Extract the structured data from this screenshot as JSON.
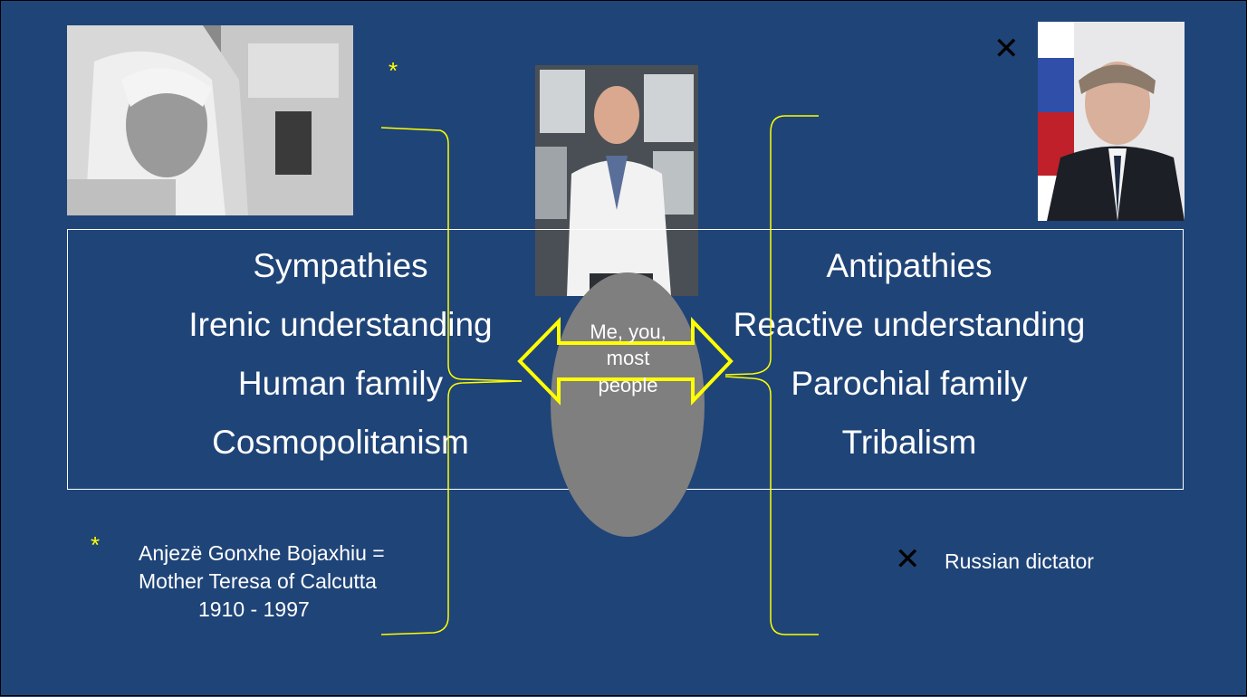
{
  "left": {
    "words": [
      "Sympathies",
      "Irenic understanding",
      "Human family",
      "Cosmopolitanism"
    ],
    "star": "*",
    "caption": [
      "Anjezë Gonxhe Bojaxhiu =",
      "Mother Teresa of Calcutta",
      "1910 - 1997"
    ],
    "photo_icon": "portrait-photo"
  },
  "right": {
    "words": [
      "Antipathies",
      "Reactive understanding",
      "Parochial family",
      "Tribalism"
    ],
    "cross": "✕",
    "caption": "Russian dictator",
    "photo_icon": "portrait-photo"
  },
  "center": {
    "lines": [
      "Me, you,",
      "most",
      "people"
    ],
    "photo_icon": "portrait-photo"
  },
  "colors": {
    "background": "#1f4478",
    "accent": "#ffff00",
    "ellipse": "#7f7f7f",
    "text": "#ffffff"
  }
}
